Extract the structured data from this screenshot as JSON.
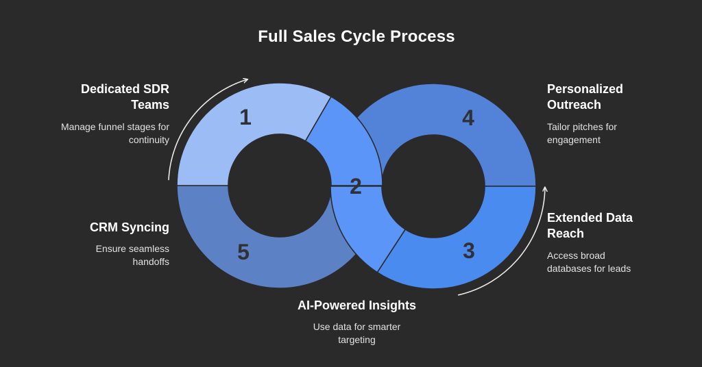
{
  "title": "Full Sales Cycle Process",
  "colors": {
    "background": "#2a2a2b",
    "heading_text": "#ffffff",
    "body_text": "#e2e2e2",
    "number_text": "#2e3237",
    "arrow": "#e9e9e9"
  },
  "chart_data": {
    "type": "cycle-diagram",
    "title": "Full Sales Cycle Process",
    "layout_hint": "two overlapping donut rings forming an infinity loop; numbered segments 1,2,5 on the left ring and 2,3,4 on the right ring; thin curved arrows indicate clockwise flow; step labels placed around the figure",
    "steps": [
      {
        "number": "1",
        "label": "Dedicated SDR Teams",
        "description": "Manage funnel stages for continuity",
        "color": "#9bbcf4",
        "position": "top-left"
      },
      {
        "number": "2",
        "label": "AI-Powered Insights",
        "description": "Use data for smarter targeting",
        "color": "#5b95f7",
        "position": "bottom-center"
      },
      {
        "number": "3",
        "label": "Extended Data Reach",
        "description": "Access broad databases for leads",
        "color": "#4a8bf0",
        "position": "bottom-right"
      },
      {
        "number": "4",
        "label": "Personalized Outreach",
        "description": "Tailor pitches for engagement",
        "color": "#5383d9",
        "position": "top-right"
      },
      {
        "number": "5",
        "label": "CRM Syncing",
        "description": "Ensure seamless handoffs",
        "color": "#5c82c5",
        "position": "bottom-left"
      }
    ]
  }
}
